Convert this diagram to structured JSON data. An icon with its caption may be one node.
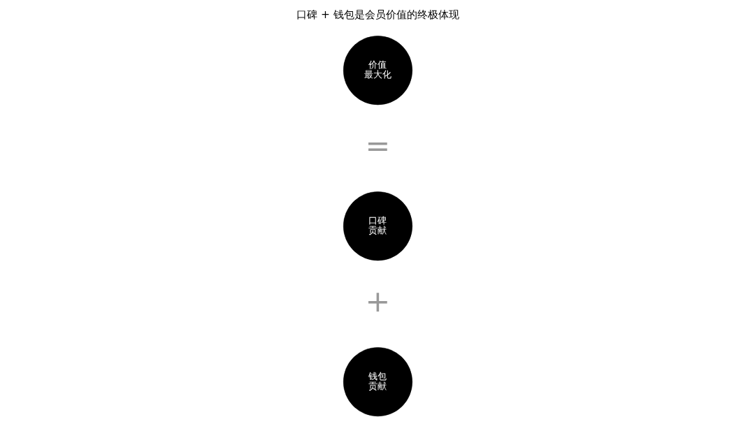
{
  "diagram": {
    "title": "口碑 + 钱包是会员价值的终极体现",
    "nodes": [
      {
        "text": [
          "价值最大化"
        ]
      },
      {
        "text": [
          "口碑贡献"
        ]
      },
      {
        "text": [
          "钱包贡献"
        ]
      }
    ],
    "edges": [],
    "labels": [
      "=",
      "+"
    ]
  }
}
